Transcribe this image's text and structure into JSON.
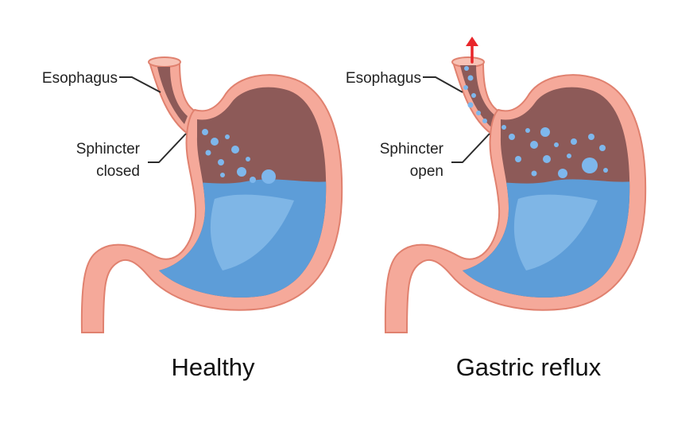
{
  "panels": {
    "healthy": {
      "caption": "Healthy",
      "esophagus_label": "Esophagus",
      "sphincter_label_line1": "Sphincter",
      "sphincter_label_line2": "closed"
    },
    "reflux": {
      "caption": "Gastric reflux",
      "esophagus_label": "Esophagus",
      "sphincter_label_line1": "Sphincter",
      "sphincter_label_line2": "open"
    }
  },
  "colors": {
    "wall": "#f5a99a",
    "wall_outline": "#e0816f",
    "inner_lining": "#f7c2b5",
    "gas": "#8d5a58",
    "acid": "#5d9dd8",
    "acid_light": "#8ec0ec",
    "bubble": "#7eb7ec",
    "arrow": "#e8262a"
  },
  "icons": {
    "reflux_arrow": "arrow-up-icon"
  }
}
